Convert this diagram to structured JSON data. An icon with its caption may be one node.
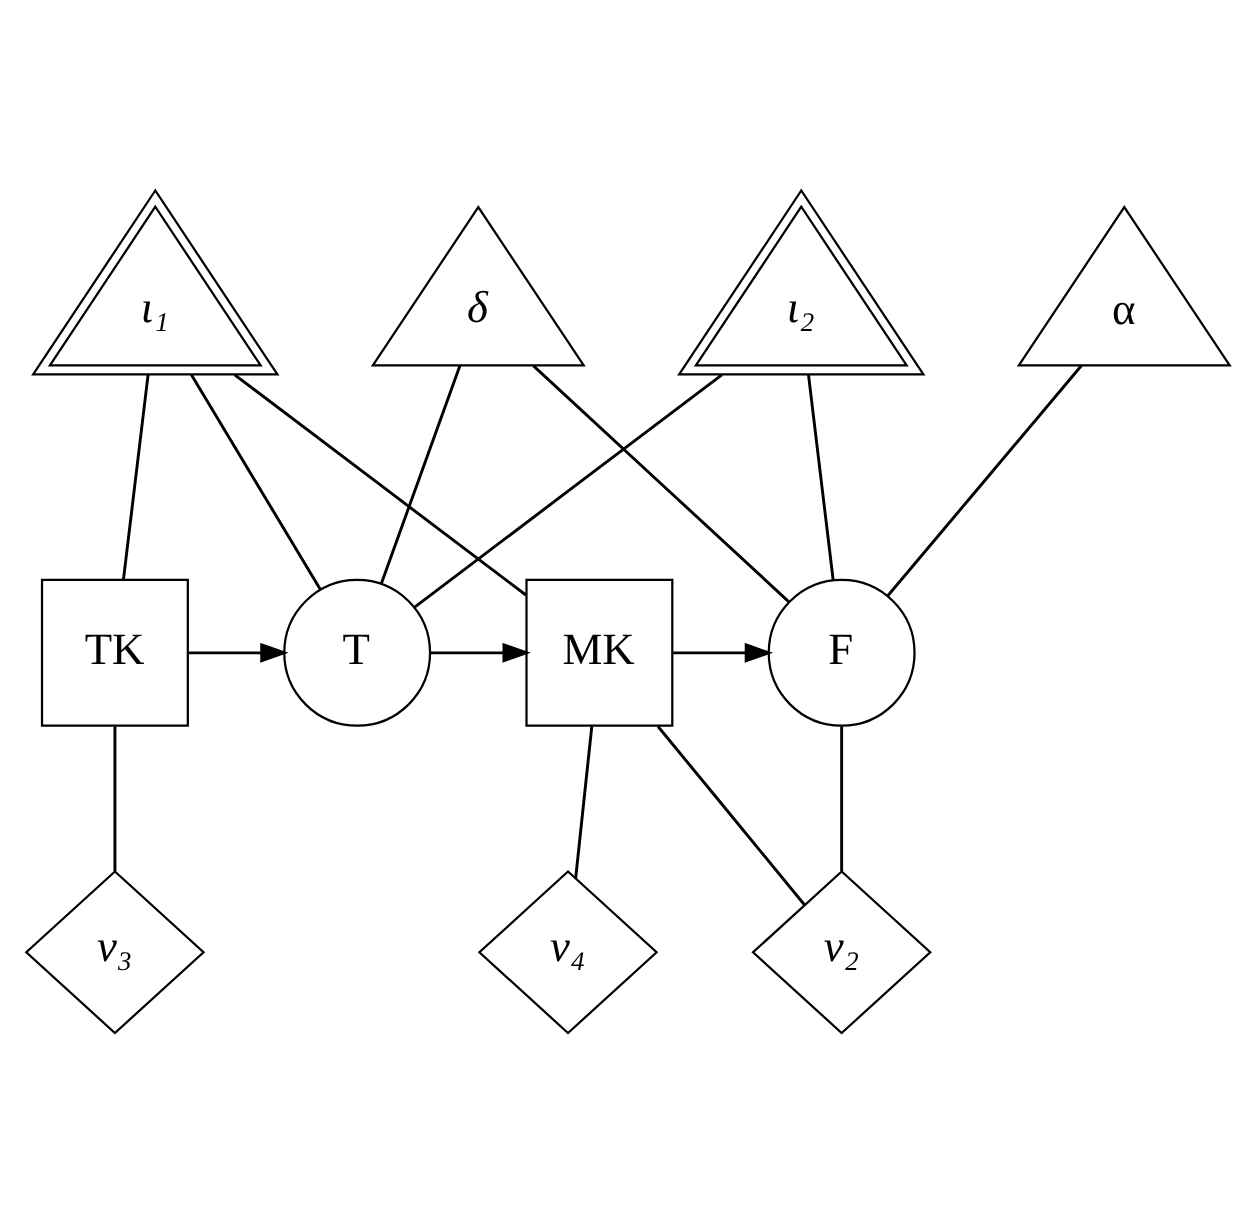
{
  "diagram": {
    "nodes": [
      {
        "text": [
          "ι₁"
        ]
      },
      {
        "text": [
          "δ"
        ]
      },
      {
        "text": [
          "ι₂"
        ]
      },
      {
        "text": [
          "α"
        ]
      },
      {
        "text": [
          "TK"
        ]
      },
      {
        "text": [
          "T"
        ]
      },
      {
        "text": [
          "MK"
        ]
      },
      {
        "text": [
          "F"
        ]
      },
      {
        "text": [
          "v₃"
        ]
      },
      {
        "text": [
          "v₄"
        ]
      },
      {
        "text": [
          "v₂"
        ]
      }
    ],
    "edges": [
      {
        "from": 0,
        "to": 4,
        "arrow": "none"
      },
      {
        "from": 0,
        "to": 5,
        "arrow": "none"
      },
      {
        "from": 0,
        "to": 6,
        "arrow": "none"
      },
      {
        "from": 1,
        "to": 5,
        "arrow": "none"
      },
      {
        "from": 1,
        "to": 7,
        "arrow": "none"
      },
      {
        "from": 2,
        "to": 5,
        "arrow": "none"
      },
      {
        "from": 2,
        "to": 7,
        "arrow": "none"
      },
      {
        "from": 3,
        "to": 7,
        "arrow": "none"
      },
      {
        "from": 4,
        "to": 5,
        "arrow": "to"
      },
      {
        "from": 5,
        "to": 6,
        "arrow": "to"
      },
      {
        "from": 6,
        "to": 7,
        "arrow": "to"
      },
      {
        "from": 4,
        "to": 8,
        "arrow": "none"
      },
      {
        "from": 6,
        "to": 9,
        "arrow": "none"
      },
      {
        "from": 6,
        "to": 10,
        "arrow": "none"
      },
      {
        "from": 7,
        "to": 10,
        "arrow": "none"
      }
    ]
  }
}
